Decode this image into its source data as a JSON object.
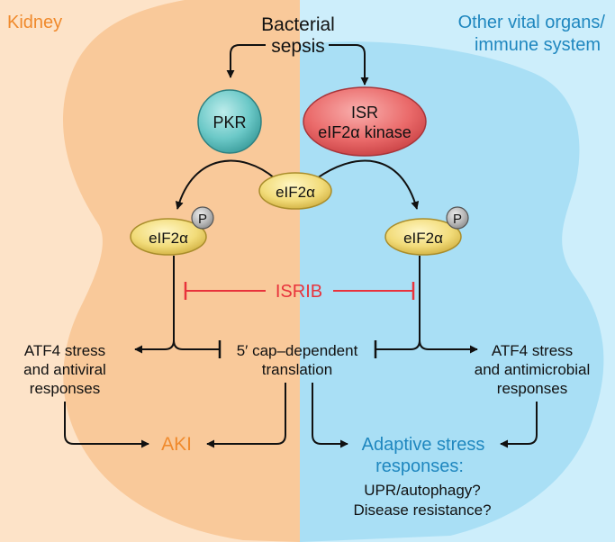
{
  "panels": {
    "left_title": "Kidney",
    "right_title_line1": "Other vital organs/",
    "right_title_line2": "immune system"
  },
  "nodes": {
    "sepsis_line1": "Bacterial",
    "sepsis_line2": "sepsis",
    "pkr": "PKR",
    "isr_line1": "ISR",
    "isr_line2": "eIF2α kinase",
    "eif2a_center": "eIF2α",
    "eif2a_left": "eIF2α",
    "eif2a_right": "eIF2α",
    "phospho_left": "P",
    "phospho_right": "P",
    "isrib": "ISRIB",
    "left_resp_line1": "ATF4 stress",
    "left_resp_line2": "and antiviral",
    "left_resp_line3": "responses",
    "center_line1": "5′ cap–dependent",
    "center_line2": "translation",
    "right_resp_line1": "ATF4 stress",
    "right_resp_line2": "and antimicrobial",
    "right_resp_line3": "responses",
    "aki": "AKI",
    "adaptive_line1": "Adaptive stress",
    "adaptive_line2": "responses:",
    "upr": "UPR/autophagy?",
    "disease": "Disease resistance?"
  },
  "colors": {
    "kidney_bg": "#fde3c8",
    "kidney_shape": "#f9c99a",
    "kidney_text": "#f08a2c",
    "organ_bg": "#cdeefb",
    "organ_shape": "#a9dff5",
    "organ_text": "#1f87bf",
    "isrib": "#e8333c"
  }
}
